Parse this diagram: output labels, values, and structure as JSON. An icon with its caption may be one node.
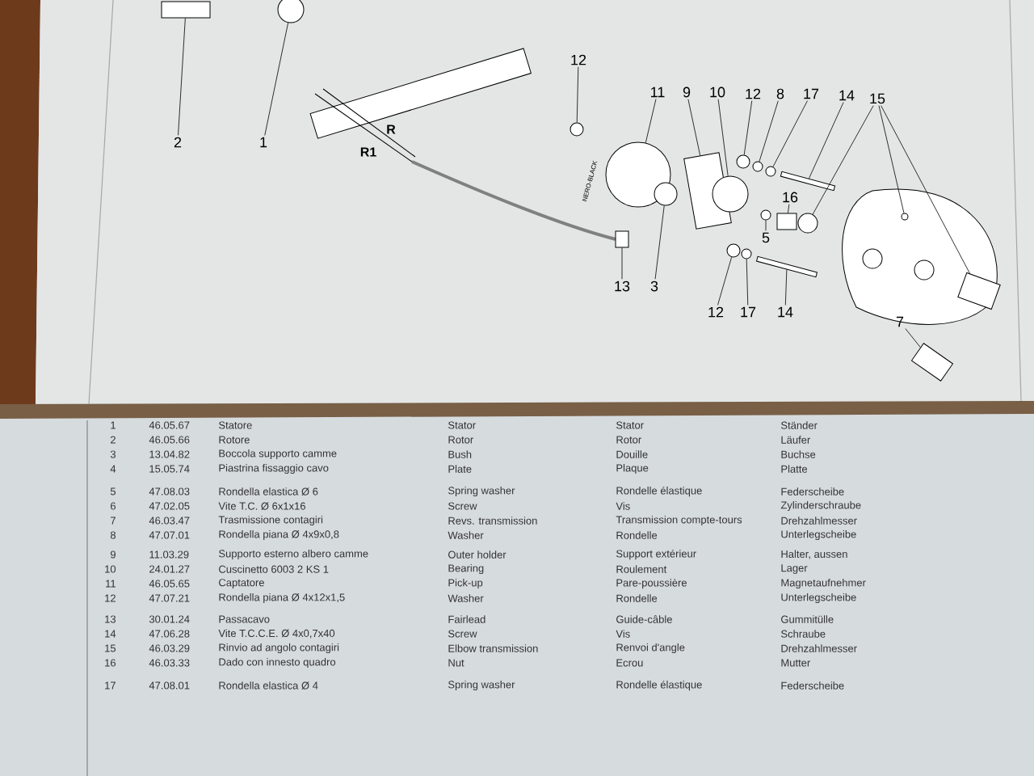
{
  "diagram": {
    "nodes": [
      {
        "text": [
          "2"
        ]
      },
      {
        "text": [],
        "shape": "box"
      },
      {
        "text": [
          "1"
        ]
      },
      {
        "text": [],
        "shape": "circle"
      },
      {
        "text": [
          "12"
        ]
      },
      {
        "text": [],
        "shape": "circle"
      },
      {
        "text": [
          "11"
        ]
      },
      {
        "text": [],
        "shape": "circle"
      },
      {
        "text": [
          "9"
        ]
      },
      {
        "text": [],
        "shape": "box"
      },
      {
        "text": [
          "10"
        ]
      },
      {
        "text": [],
        "shape": "circle"
      },
      {
        "text": [
          "12"
        ]
      },
      {
        "text": [],
        "shape": "circle"
      },
      {
        "text": [
          "8"
        ]
      },
      {
        "text": [],
        "shape": "circle"
      },
      {
        "text": [
          "17"
        ]
      },
      {
        "text": [],
        "shape": "circle"
      },
      {
        "text": [
          "14"
        ]
      },
      {
        "text": [],
        "shape": "box"
      },
      {
        "text": [
          "15"
        ]
      },
      {
        "text": [],
        "shape": "circle"
      },
      {
        "text": [],
        "shape": "circle"
      },
      {
        "text": [],
        "shape": "box"
      },
      {
        "text": [
          "16"
        ]
      },
      {
        "text": [],
        "shape": "box"
      },
      {
        "text": [
          "5"
        ]
      },
      {
        "text": [],
        "shape": "circle"
      },
      {
        "text": [
          "13"
        ]
      },
      {
        "text": [],
        "shape": "box"
      },
      {
        "text": [
          "3"
        ]
      },
      {
        "text": [],
        "shape": "circle"
      },
      {
        "text": [
          "12"
        ]
      },
      {
        "text": [],
        "shape": "circle"
      },
      {
        "text": [
          "17"
        ]
      },
      {
        "text": [],
        "shape": "circle"
      },
      {
        "text": [
          "14"
        ]
      },
      {
        "text": [],
        "shape": "box"
      },
      {
        "text": [
          "7"
        ]
      },
      {
        "text": [],
        "shape": "box"
      }
    ],
    "edges": [
      {
        "from": 0,
        "to": 1,
        "arrow": "none"
      },
      {
        "from": 2,
        "to": 3,
        "arrow": "none"
      },
      {
        "from": 4,
        "to": 5,
        "arrow": "none"
      },
      {
        "from": 6,
        "to": 7,
        "arrow": "none"
      },
      {
        "from": 8,
        "to": 9,
        "arrow": "none"
      },
      {
        "from": 10,
        "to": 11,
        "arrow": "none"
      },
      {
        "from": 12,
        "to": 13,
        "arrow": "none"
      },
      {
        "from": 14,
        "to": 15,
        "arrow": "none"
      },
      {
        "from": 16,
        "to": 17,
        "arrow": "none"
      },
      {
        "from": 18,
        "to": 19,
        "arrow": "none"
      },
      {
        "from": 20,
        "to": 21,
        "arrow": "none"
      },
      {
        "from": 20,
        "to": 22,
        "arrow": "none"
      },
      {
        "from": 20,
        "to": 23,
        "arrow": "none"
      },
      {
        "from": 24,
        "to": 25,
        "arrow": "none"
      },
      {
        "from": 26,
        "to": 27,
        "arrow": "none"
      },
      {
        "from": 28,
        "to": 29,
        "arrow": "none"
      },
      {
        "from": 30,
        "to": 31,
        "arrow": "none"
      },
      {
        "from": 32,
        "to": 33,
        "arrow": "none"
      },
      {
        "from": 34,
        "to": 35,
        "arrow": "none"
      },
      {
        "from": 36,
        "to": 37,
        "arrow": "none"
      },
      {
        "from": 38,
        "to": 39,
        "arrow": "none"
      }
    ],
    "labels": [
      "R",
      "R1",
      "NERO-BLACK",
      "1",
      "46.05.67",
      "Statore",
      "Stator",
      "Stator",
      "Ständer",
      "2",
      "46.05.66",
      "Rotore",
      "Rotor",
      "Rotor",
      "Läufer",
      "3",
      "13.04.82",
      "Boccola supporto camme",
      "Bush",
      "Douille",
      "Buchse",
      "4",
      "15.05.74",
      "Piastrina fissaggio cavo",
      "Plate",
      "Plaque",
      "Platte",
      "5",
      "47.08.03",
      "Rondella elastica Ø 6",
      "Spring washer",
      "Rondelle élastique",
      "Federscheibe",
      "6",
      "47.02.05",
      "Vite T.C. Ø 6x1x16",
      "Screw",
      "Vis",
      "Zylinderschraube",
      "7",
      "46.03.47",
      "Trasmissione contagiri",
      "Revs. transmission",
      "Transmission compte-tours",
      "Drehzahlmesser",
      "8",
      "47.07.01",
      "Rondella piana Ø 4x9x0,8",
      "Washer",
      "Rondelle",
      "Unterlegscheibe",
      "9",
      "11.03.29",
      "Supporto esterno albero camme",
      "Outer holder",
      "Support extérieur",
      "Halter, aussen",
      "10",
      "24.01.27",
      "Cuscinetto 6003 2 KS 1",
      "Bearing",
      "Roulement",
      "Lager",
      "11",
      "46.05.65",
      "Captatore",
      "Pick-up",
      "Pare-poussière",
      "Magnetaufnehmer",
      "12",
      "47.07.21",
      "Rondella piana Ø 4x12x1,5",
      "Washer",
      "Rondelle",
      "Unterlegscheibe",
      "13",
      "30.01.24",
      "Passacavo",
      "Fairlead",
      "Guide-câble",
      "Gummitülle",
      "14",
      "47.06.28",
      "Vite T.C.C.E. Ø 4x0,7x40",
      "Screw",
      "Vis",
      "Schraube",
      "15",
      "46.03.29",
      "Rinvio ad angolo contagiri",
      "Elbow transmission",
      "Renvoi d'angle",
      "Drehzahlmesser",
      "16",
      "46.03.33",
      "Dado con innesto quadro",
      "Nut",
      "Ecrou",
      "Mutter",
      "17",
      "47.08.01",
      "Rondella elastica Ø 4",
      "Spring washer",
      "Rondelle élastique",
      "Federscheibe"
    ]
  }
}
